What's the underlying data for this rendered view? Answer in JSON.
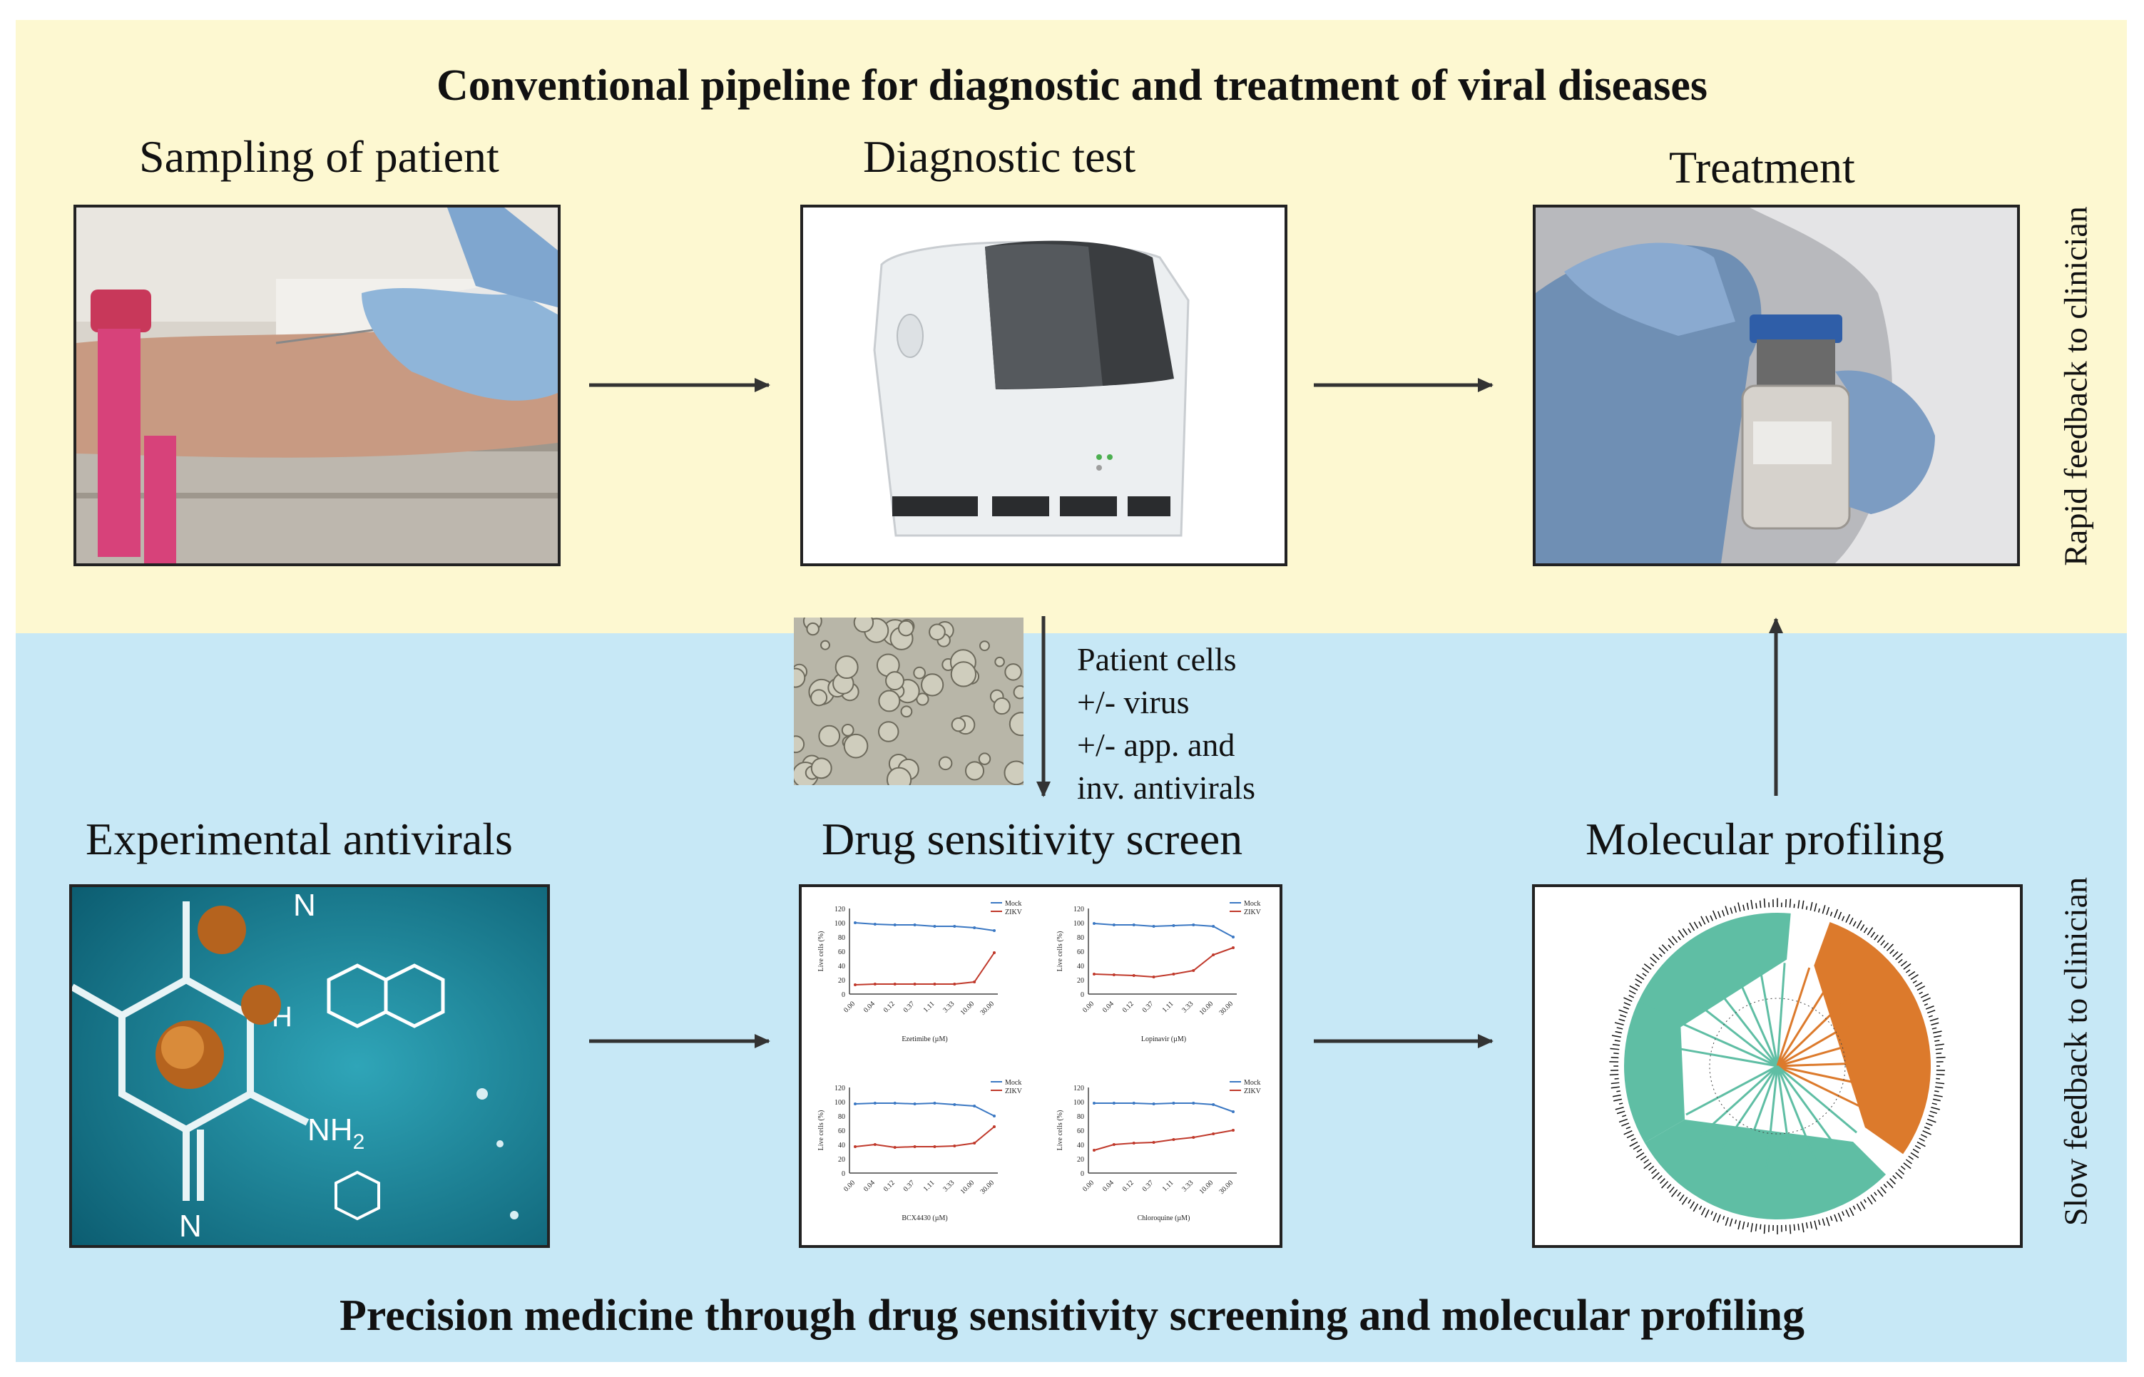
{
  "colors": {
    "top_band": "#fdf8d1",
    "bottom_band": "#c7e8f6",
    "arrow": "#333333",
    "mock_line": "#3b78c3",
    "zikv_line": "#c0392b",
    "tree_teal": "#5fbea4",
    "tree_orange": "#dc7a2c"
  },
  "top": {
    "title": "Conventional pipeline for diagnostic and treatment of viral diseases",
    "step1_label": "Sampling of patient",
    "step2_label": "Diagnostic test",
    "step3_label": "Treatment",
    "side_label": "Rapid feedback to clinician"
  },
  "bottom": {
    "title": "Precision medicine through drug sensitivity screening and molecular profiling",
    "step1_label": "Experimental antivirals",
    "step2_label": "Drug sensitivity screen",
    "step3_label": "Molecular profiling",
    "side_label": "Slow feedback to clinician",
    "patient_cells_note": [
      "Patient cells",
      "+/- virus",
      "+/- app. and",
      "inv. antivirals"
    ]
  },
  "molecule_labels": {
    "nh2": "NH",
    "nh2_sub": "2",
    "n_bottom": "N",
    "n_top": "N",
    "h_label": "H"
  },
  "chart_data": [
    {
      "type": "line",
      "xlabel": "Ezetimibe (µM)",
      "ylabel": "Live cells (%)",
      "categories": [
        "0.00",
        "0.04",
        "0.12",
        "0.37",
        "1.11",
        "3.33",
        "10.00",
        "30.00"
      ],
      "ylim": [
        0,
        120
      ],
      "yticks": [
        "0",
        "20",
        "40",
        "60",
        "80",
        "100",
        "120"
      ],
      "series": [
        {
          "name": "Mock",
          "values": [
            100,
            98,
            97,
            97,
            95,
            95,
            93,
            89
          ]
        },
        {
          "name": "ZIKV",
          "values": [
            13,
            14,
            14,
            14,
            14,
            14,
            17,
            58
          ]
        }
      ]
    },
    {
      "type": "line",
      "xlabel": "Lopinavir (µM)",
      "ylabel": "Live cells (%)",
      "categories": [
        "0.00",
        "0.04",
        "0.12",
        "0.37",
        "1.11",
        "3.33",
        "10.00",
        "30.00"
      ],
      "ylim": [
        0,
        120
      ],
      "yticks": [
        "0",
        "20",
        "40",
        "60",
        "80",
        "100",
        "120"
      ],
      "series": [
        {
          "name": "Mock",
          "values": [
            99,
            97,
            97,
            95,
            96,
            97,
            95,
            80
          ]
        },
        {
          "name": "ZIKV",
          "values": [
            28,
            27,
            26,
            24,
            28,
            33,
            55,
            65
          ]
        }
      ]
    },
    {
      "type": "line",
      "xlabel": "BCX4430 (µM)",
      "ylabel": "Live cells (%)",
      "categories": [
        "0.00",
        "0.04",
        "0.12",
        "0.37",
        "1.11",
        "3.33",
        "10.00",
        "30.00"
      ],
      "ylim": [
        0,
        120
      ],
      "yticks": [
        "0",
        "20",
        "40",
        "60",
        "80",
        "100",
        "120"
      ],
      "series": [
        {
          "name": "Mock",
          "values": [
            97,
            98,
            98,
            97,
            98,
            96,
            94,
            80
          ]
        },
        {
          "name": "ZIKV",
          "values": [
            37,
            40,
            36,
            37,
            37,
            38,
            42,
            65
          ]
        }
      ]
    },
    {
      "type": "line",
      "xlabel": "Chloroquine (µM)",
      "ylabel": "Live cells (%)",
      "categories": [
        "0.00",
        "0.04",
        "0.12",
        "0.37",
        "1.11",
        "3.33",
        "10.00",
        "30.00"
      ],
      "ylim": [
        0,
        120
      ],
      "yticks": [
        "0",
        "20",
        "40",
        "60",
        "80",
        "100",
        "120"
      ],
      "series": [
        {
          "name": "Mock",
          "values": [
            98,
            98,
            98,
            97,
            98,
            98,
            96,
            86
          ]
        },
        {
          "name": "ZIKV",
          "values": [
            32,
            40,
            42,
            43,
            47,
            50,
            55,
            60
          ]
        }
      ]
    }
  ]
}
